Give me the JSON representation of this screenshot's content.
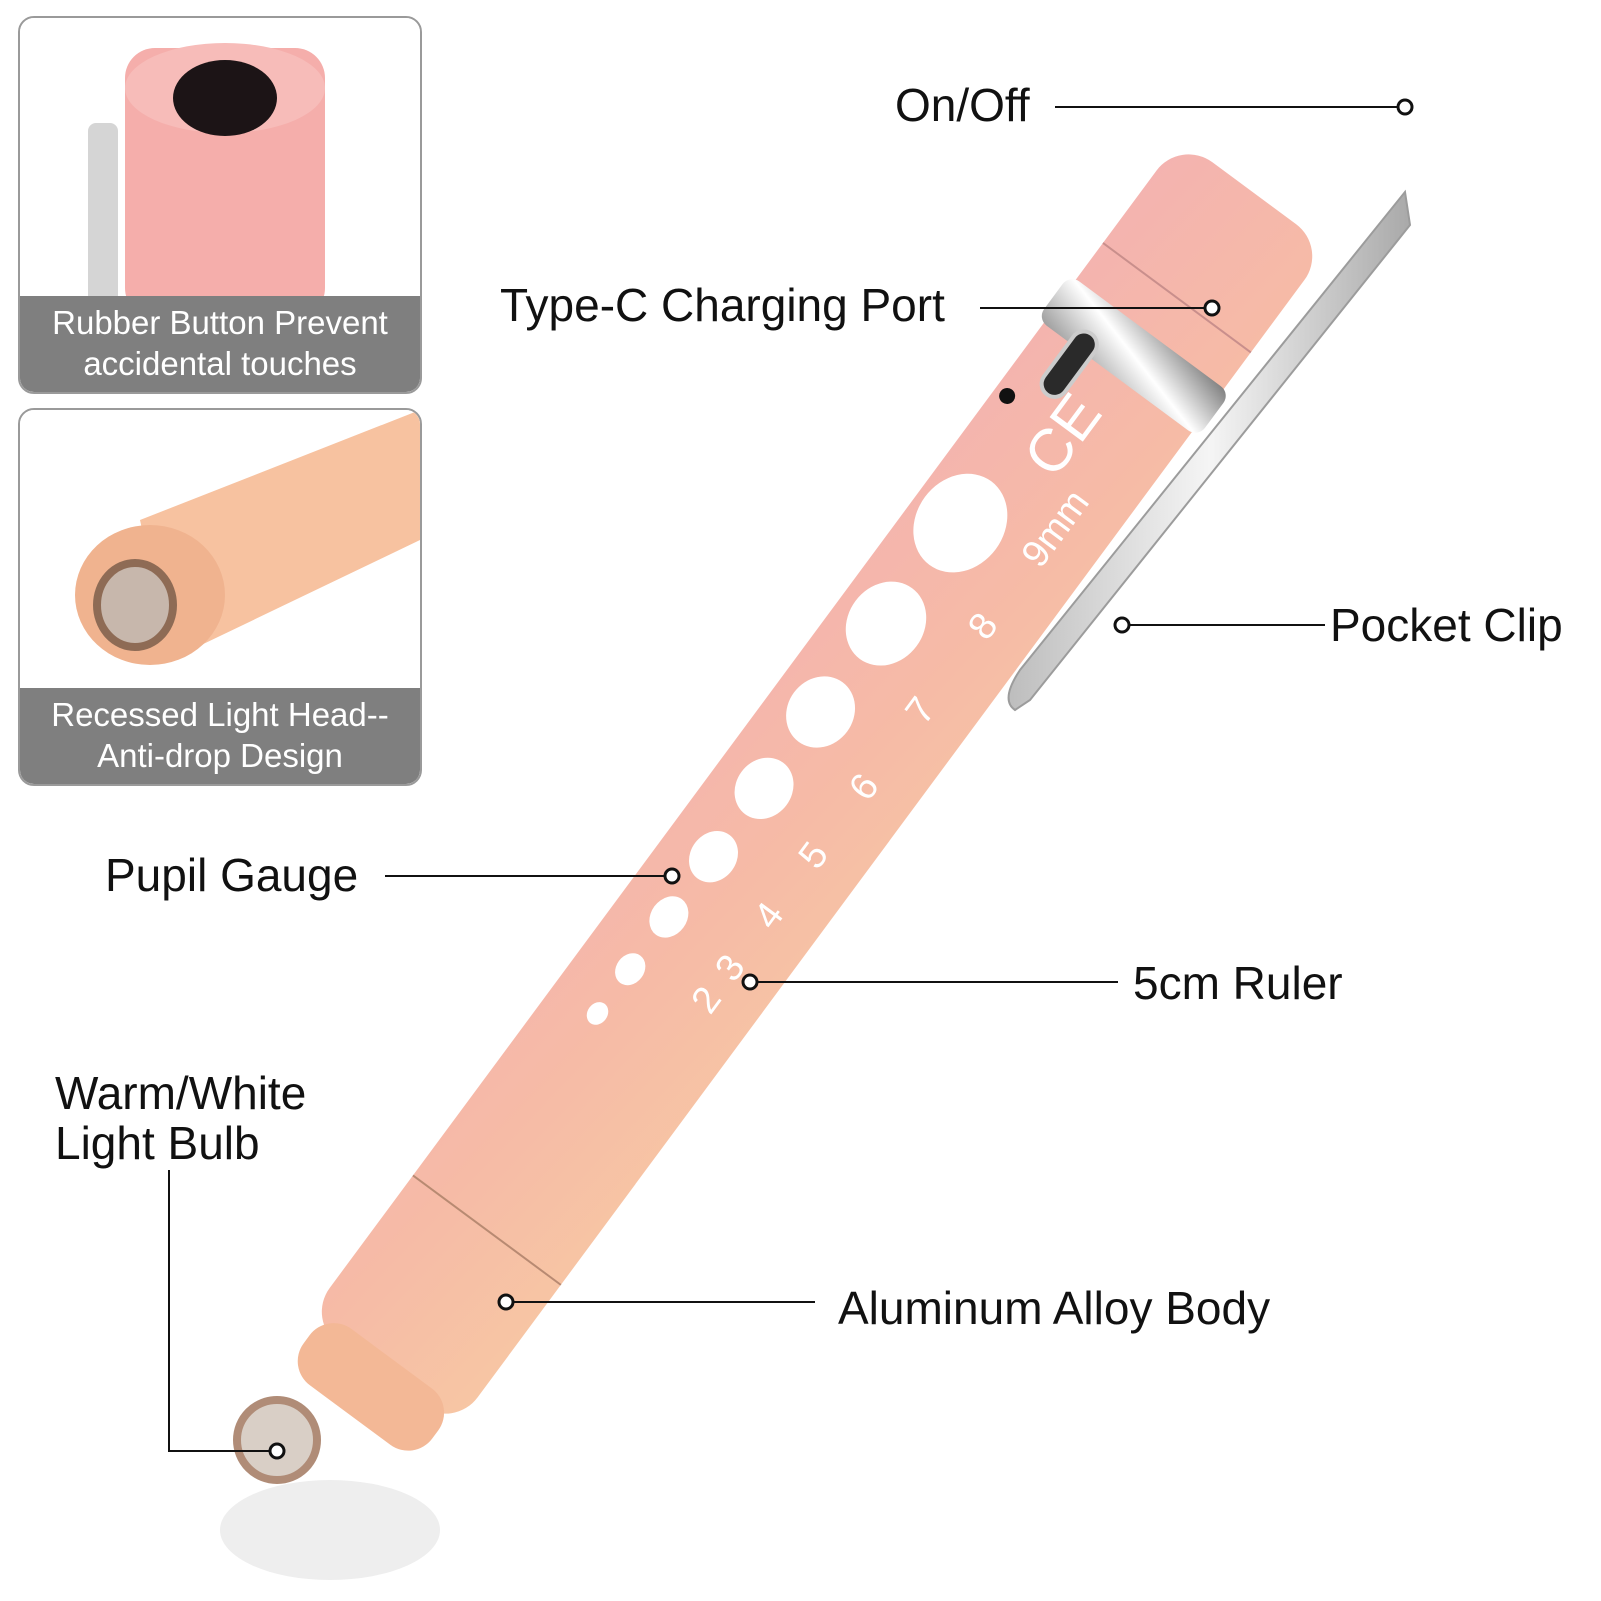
{
  "labels": {
    "on_off": "On/Off",
    "type_c": "Type-C Charging Port",
    "pocket_clip": "Pocket Clip",
    "pupil_gauge": "Pupil Gauge",
    "ruler": "5cm Ruler",
    "bulb_line1": "Warm/White",
    "bulb_line2": "Light Bulb",
    "body": "Aluminum Alloy Body"
  },
  "insets": [
    {
      "caption_line1": "Rubber Button Prevent",
      "caption_line2": "accidental touches"
    },
    {
      "caption_line1": "Recessed Light Head--",
      "caption_line2": "Anti-drop Design"
    }
  ],
  "pen_marks": {
    "gauge_unit": "9mm",
    "scale_numbers": [
      "2",
      "3",
      "4",
      "5",
      "6",
      "7",
      "8"
    ],
    "ce_mark": "CE"
  },
  "colors": {
    "pen_pink": "#f4b3b0",
    "pen_peach": "#f7c3a4",
    "clip_silver": "#d8d8d8",
    "caption_gray": "#7f7f7f"
  }
}
